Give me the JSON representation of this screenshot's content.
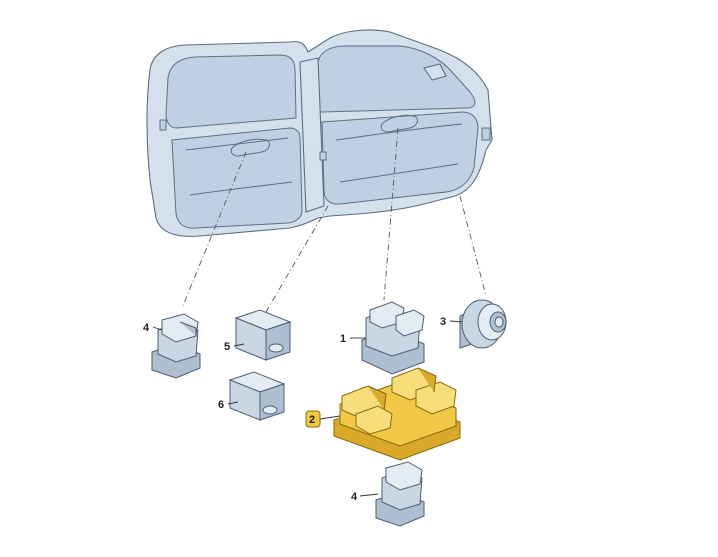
{
  "callouts": [
    {
      "id": "c4a",
      "text": "4"
    },
    {
      "id": "c5",
      "text": "5"
    },
    {
      "id": "c6",
      "text": "6"
    },
    {
      "id": "c1",
      "text": "1"
    },
    {
      "id": "c2",
      "text": "2"
    },
    {
      "id": "c3",
      "text": "3"
    },
    {
      "id": "c4b",
      "text": "4"
    }
  ],
  "highlight_color": "#f0c846",
  "highlighted_callout": "2"
}
